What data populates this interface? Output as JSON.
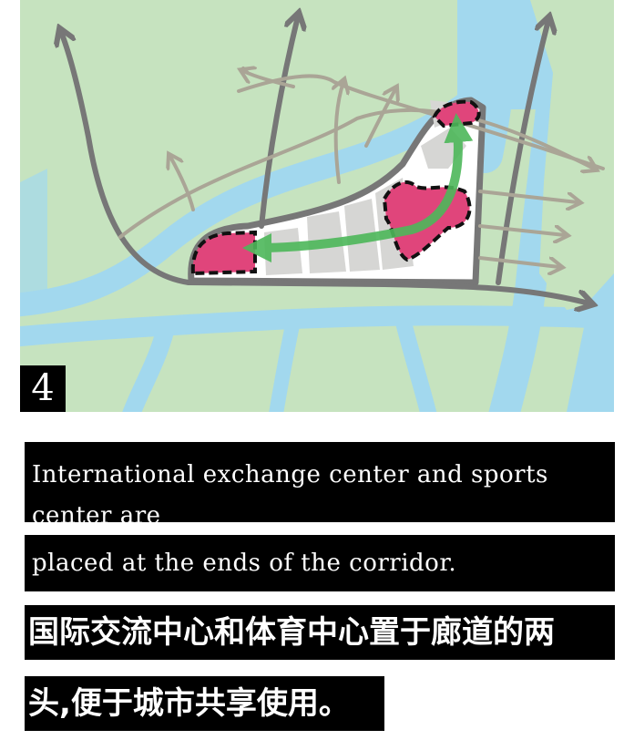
{
  "diagram": {
    "panel_number": "4",
    "colors": {
      "land": "#c6e3bf",
      "water": "#a2d8ee",
      "site": "#ffffff",
      "block": "#d6d6d4",
      "center": "#e0457b",
      "corridor_arrow": "#4db85a",
      "road": "#777777",
      "secondary_road": "#aaa596"
    }
  },
  "caption": {
    "en_line1": "International exchange center and sports center are",
    "en_line2": "placed at the ends of the corridor.",
    "zh_line1": "国际交流中心和体育中心置于廊道的两",
    "zh_line2": "头,便于城市共享使用。"
  }
}
